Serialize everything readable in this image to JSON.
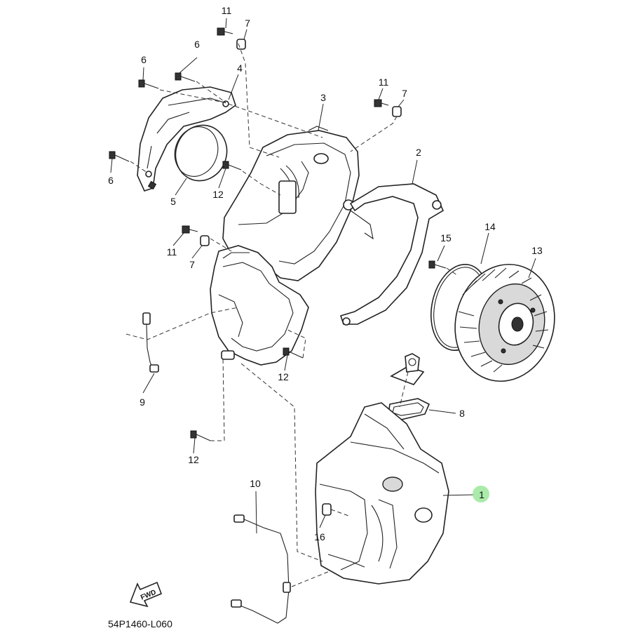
{
  "diagram_code": "54P1460-L060",
  "fwd_label": "FWD",
  "highlight_color": "#9be89b",
  "callouts": [
    {
      "id": "c11a",
      "text": "11"
    },
    {
      "id": "c7a",
      "text": "7"
    },
    {
      "id": "c6a",
      "text": "6"
    },
    {
      "id": "c6b",
      "text": "6"
    },
    {
      "id": "c4",
      "text": "4"
    },
    {
      "id": "c3",
      "text": "3"
    },
    {
      "id": "c11b",
      "text": "11"
    },
    {
      "id": "c7b",
      "text": "7"
    },
    {
      "id": "c2",
      "text": "2"
    },
    {
      "id": "c6c",
      "text": "6"
    },
    {
      "id": "c5",
      "text": "5"
    },
    {
      "id": "c12a",
      "text": "12"
    },
    {
      "id": "c11c",
      "text": "11"
    },
    {
      "id": "c7c",
      "text": "7"
    },
    {
      "id": "c15",
      "text": "15"
    },
    {
      "id": "c14",
      "text": "14"
    },
    {
      "id": "c13",
      "text": "13"
    },
    {
      "id": "c12b",
      "text": "12"
    },
    {
      "id": "c9",
      "text": "9"
    },
    {
      "id": "c8",
      "text": "8"
    },
    {
      "id": "c12c",
      "text": "12"
    },
    {
      "id": "c10",
      "text": "10"
    },
    {
      "id": "c1",
      "text": "1"
    },
    {
      "id": "c16",
      "text": "16"
    }
  ]
}
